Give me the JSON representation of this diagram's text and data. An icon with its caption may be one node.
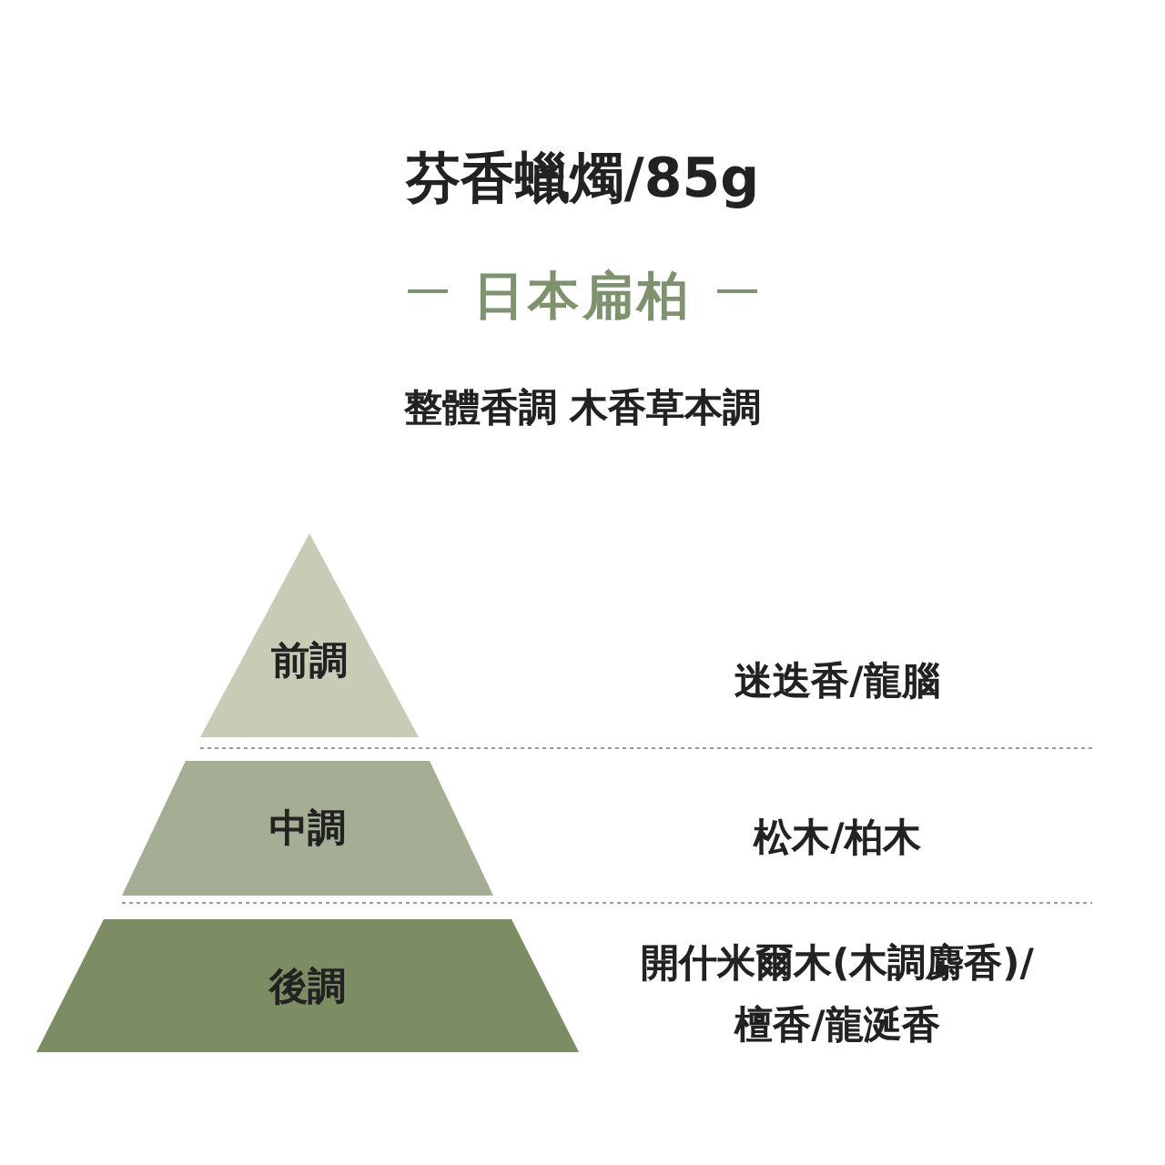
{
  "diagram": {
    "title": "芬香蠟燭/85g",
    "nodes": [
      {
        "text": [
          "前調"
        ]
      },
      {
        "text": [
          "中調"
        ]
      },
      {
        "text": [
          "後調"
        ]
      }
    ],
    "labels": [
      "日本扁柏",
      "整體香調 木香草本調",
      "迷迭香/龍腦",
      "松木/柏木",
      "開什米爾木(木調麝香)/檀香/龍涎香"
    ]
  }
}
